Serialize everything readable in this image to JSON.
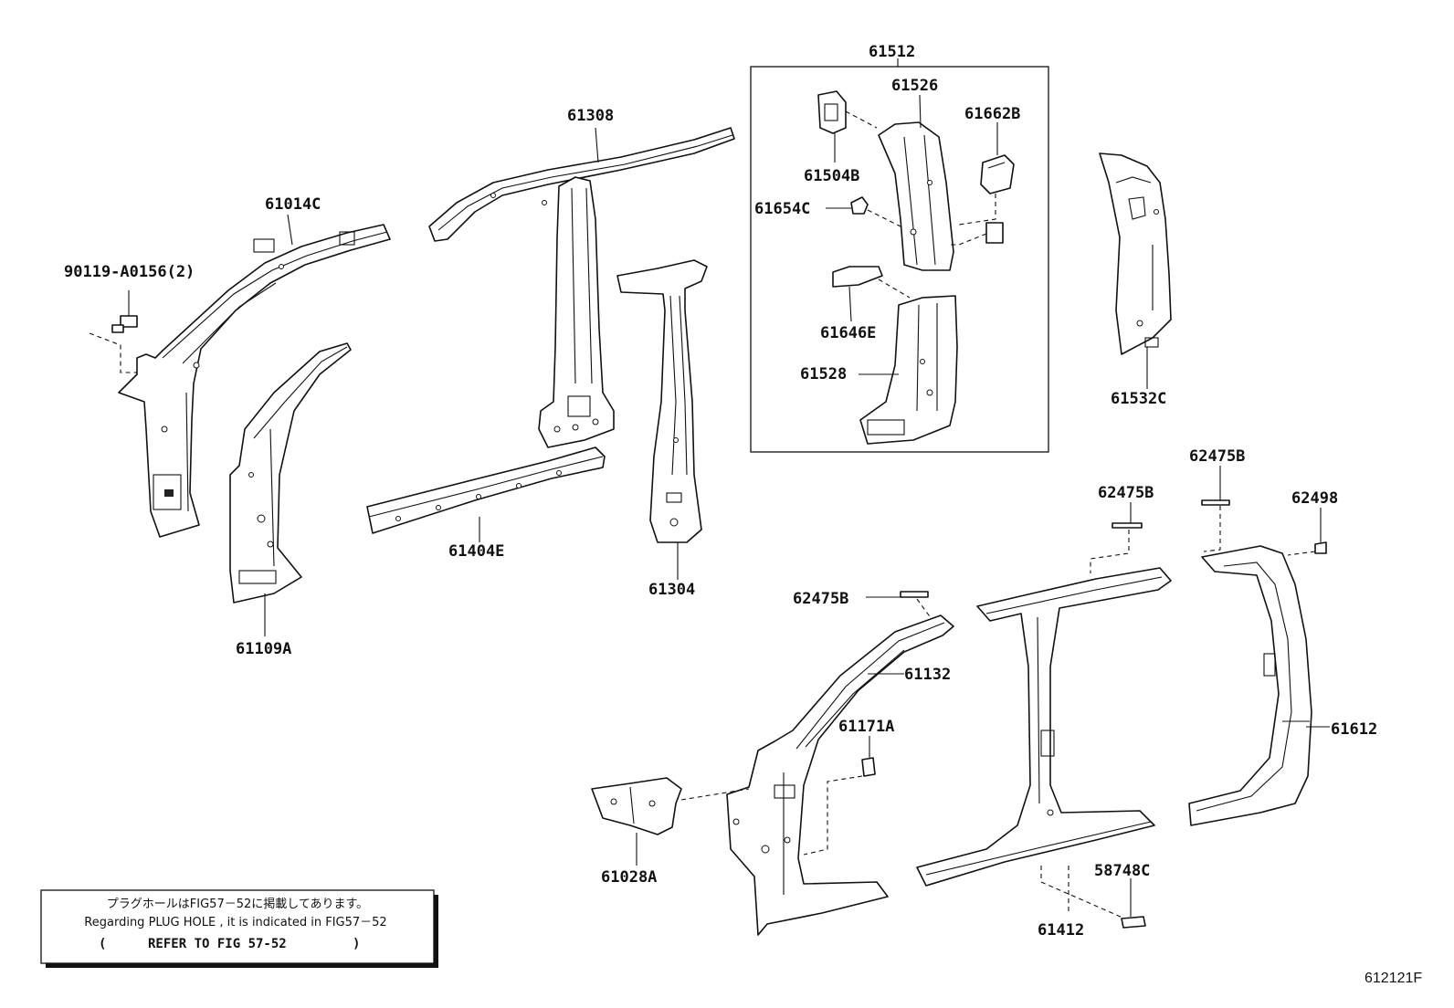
{
  "diagram": {
    "figure_code": "612121F",
    "group_label": "61512",
    "parts": [
      "90119-A0156(2)",
      "61014C",
      "61109A",
      "61308",
      "61404E",
      "61304",
      "61526",
      "61662B",
      "61504B",
      "61654C",
      "61646E",
      "61528",
      "61532C",
      "62475B",
      "62475B",
      "62498",
      "62475B",
      "61132",
      "61171A",
      "61612",
      "61028A",
      "58748C",
      "61412"
    ],
    "note": {
      "japanese": "プラグホールはFIG57－52に掲載してあります。",
      "english": "Regarding PLUG HOLE , it is indicated in FIG57－52",
      "open_paren": "(",
      "refer": "REFER TO FIG 57-52",
      "close_paren": ")"
    }
  }
}
